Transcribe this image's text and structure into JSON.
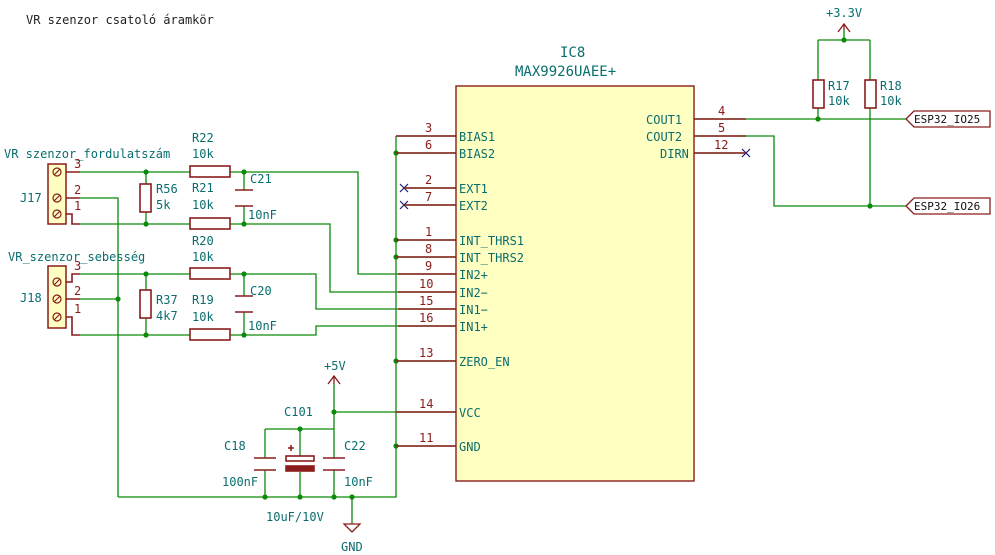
{
  "title": "VR szenzor csatoló áramkör",
  "ic": {
    "ref": "IC8",
    "value": "MAX9926UAEE+",
    "left_pins": [
      {
        "num": "3",
        "name": "BIAS1"
      },
      {
        "num": "6",
        "name": "BIAS2"
      },
      {
        "num": "2",
        "name": "EXT1"
      },
      {
        "num": "7",
        "name": "EXT2"
      },
      {
        "num": "1",
        "name": "INT_THRS1"
      },
      {
        "num": "8",
        "name": "INT_THRS2"
      },
      {
        "num": "9",
        "name": "IN2+"
      },
      {
        "num": "10",
        "name": "IN2−"
      },
      {
        "num": "15",
        "name": "IN1−"
      },
      {
        "num": "16",
        "name": "IN1+"
      },
      {
        "num": "13",
        "name": "ZERO_EN"
      },
      {
        "num": "14",
        "name": "VCC"
      },
      {
        "num": "11",
        "name": "GND"
      }
    ],
    "right_pins": [
      {
        "num": "4",
        "name": "COUT1"
      },
      {
        "num": "5",
        "name": "COUT2"
      },
      {
        "num": "12",
        "name": "DIRN"
      }
    ]
  },
  "connectors": [
    {
      "label": "VR szenzor_fordulatszám",
      "ref": "J17",
      "pins": [
        "3",
        "2",
        "1"
      ]
    },
    {
      "label": "VR_szenzor_sebesség",
      "ref": "J18",
      "pins": [
        "3",
        "2",
        "1"
      ]
    }
  ],
  "resistors": [
    {
      "ref": "R22",
      "value": "10k"
    },
    {
      "ref": "R21",
      "value": "10k"
    },
    {
      "ref": "R56",
      "value": "5k"
    },
    {
      "ref": "R20",
      "value": "10k"
    },
    {
      "ref": "R19",
      "value": "10k"
    },
    {
      "ref": "R37",
      "value": "4k7"
    },
    {
      "ref": "R17",
      "value": "10k"
    },
    {
      "ref": "R18",
      "value": "10k"
    }
  ],
  "capacitors": [
    {
      "ref": "C21",
      "value": "10nF"
    },
    {
      "ref": "C20",
      "value": "10nF"
    },
    {
      "ref": "C18",
      "value": "100nF"
    },
    {
      "ref": "C101",
      "value": "10uF/10V"
    },
    {
      "ref": "C22",
      "value": "10nF"
    }
  ],
  "power": {
    "p33": "+3.3V",
    "p5": "+5V",
    "gnd": "GND"
  },
  "net_labels": {
    "io25": "ESP32_IO25",
    "io26": "ESP32_IO26"
  }
}
